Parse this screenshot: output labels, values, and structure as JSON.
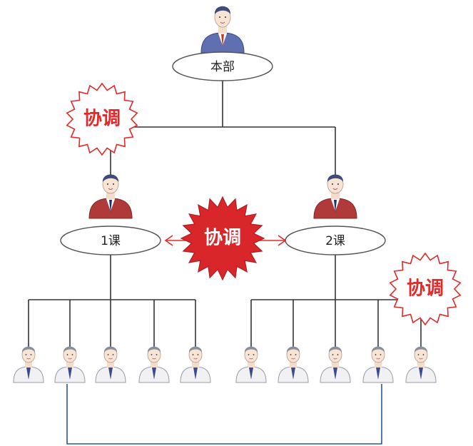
{
  "nodes": {
    "headquarters": "本部",
    "section1": "1课",
    "section2": "2课"
  },
  "coordination": {
    "top_left": "协调",
    "center": "协调",
    "right": "协调"
  },
  "colors": {
    "line": "#333333",
    "coordination_red": "#e12b2b",
    "coordination_fill": "#d9262b",
    "cross_link": "#2a5a8f",
    "manager_jacket": "#b03a3a",
    "head_jacket": "#5f6fb0",
    "staff_shirt": "#f1f1f4"
  }
}
